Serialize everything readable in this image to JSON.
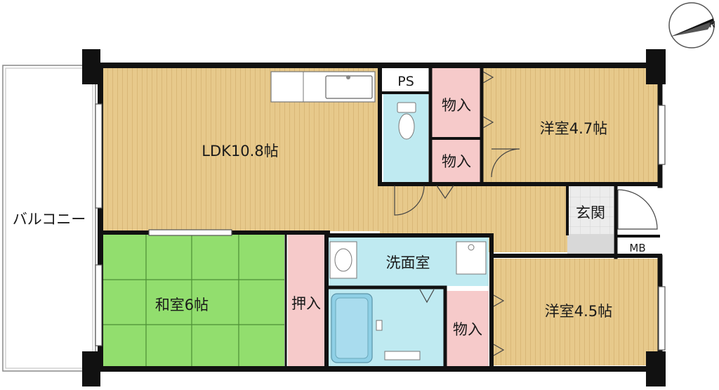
{
  "rooms": {
    "ldk": "LDK10.8帖",
    "western_a": "洋室4.7帖",
    "western_b": "洋室4.5帖",
    "japanese": "和室6帖",
    "washroom": "洗面室",
    "entrance": "玄関",
    "balcony": "バルコニー",
    "closet_1": "物入",
    "closet_2": "物入",
    "closet_3": "物入",
    "oshiire": "押入",
    "ps": "PS",
    "mb": "MB"
  },
  "compass": {
    "north_label": "N"
  },
  "colors": {
    "wood": "#e7c98b",
    "wood_line": "#d9b878",
    "tatami": "#92de6e",
    "water": "#bfeaf1",
    "closet": "#f6caca",
    "entrance": "#e8e8e8",
    "wall": "#111111"
  }
}
